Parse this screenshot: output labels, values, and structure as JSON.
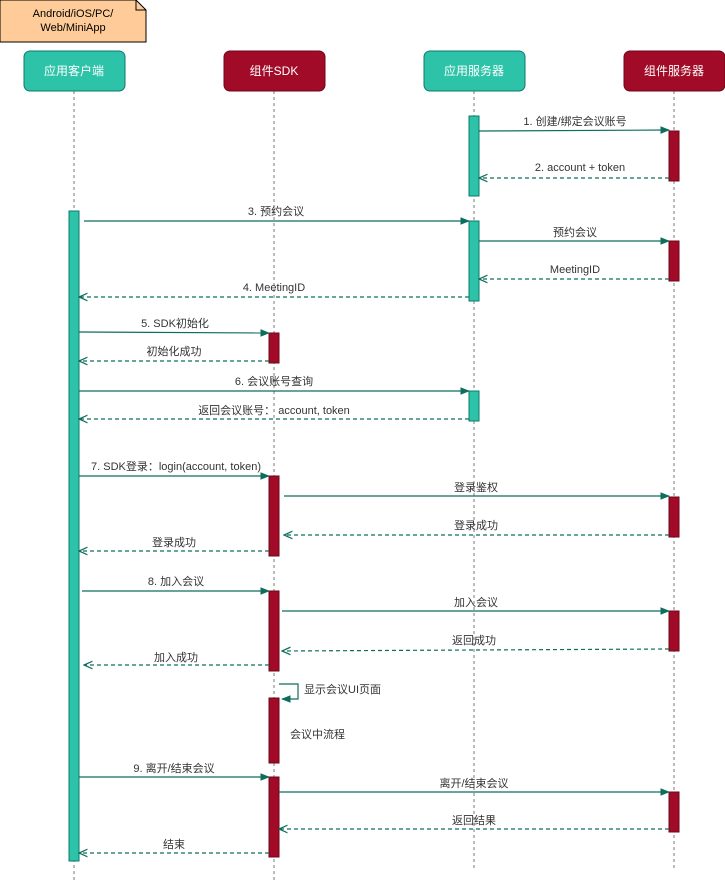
{
  "platform_note": [
    "Android/iOS/PC/",
    "Web/MiniApp"
  ],
  "participants": [
    {
      "label": "应用客户端"
    },
    {
      "label": "组件SDK"
    },
    {
      "label": "应用服务器"
    },
    {
      "label": "组件服务器"
    }
  ],
  "messages": [
    {
      "label": "1. 创建/绑定会议账号"
    },
    {
      "label": "2. account + token"
    },
    {
      "label": "3. 预约会议"
    },
    {
      "label": "预约会议"
    },
    {
      "label": "MeetingID"
    },
    {
      "label": "4. MeetingID"
    },
    {
      "label": "5. SDK初始化"
    },
    {
      "label": "初始化成功"
    },
    {
      "label": "6. 会议账号查询"
    },
    {
      "label": "返回会议账号： account, token"
    },
    {
      "label": "7. SDK登录：login(account, token)"
    },
    {
      "label": "登录鉴权"
    },
    {
      "label": "登录成功"
    },
    {
      "label": "登录成功"
    },
    {
      "label": "8. 加入会议"
    },
    {
      "label": "加入会议"
    },
    {
      "label": "返回成功"
    },
    {
      "label": "加入成功"
    },
    {
      "label": "显示会议UI页面"
    },
    {
      "label": "会议中流程"
    },
    {
      "label": "9. 离开/结束会议"
    },
    {
      "label": "离开/结束会议"
    },
    {
      "label": "返回结果"
    },
    {
      "label": "结束"
    }
  ],
  "colors": {
    "client": "#2cc3a8",
    "component": "#a20b27",
    "note": "#ffcc99",
    "arrow": "#0e6e5e"
  }
}
